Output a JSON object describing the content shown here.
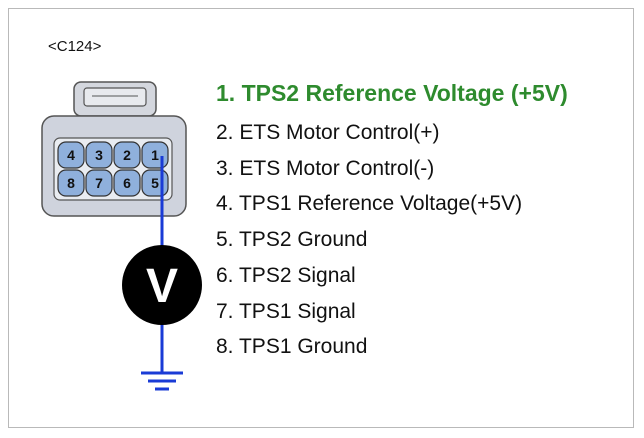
{
  "connector": {
    "id": "<C124>"
  },
  "meter": {
    "symbol": "V"
  },
  "connector_pins": [
    "4",
    "3",
    "2",
    "1",
    "8",
    "7",
    "6",
    "5"
  ],
  "pins": [
    {
      "number": "1.",
      "label": "TPS2 Reference Voltage (+5V)",
      "highlight": true,
      "color": "#2e8b2e"
    },
    {
      "number": "2.",
      "label": "ETS Motor Control(+)"
    },
    {
      "number": "3.",
      "label": "ETS Motor Control(-)"
    },
    {
      "number": "4.",
      "label": "TPS1 Reference Voltage(+5V)"
    },
    {
      "number": "5.",
      "label": "TPS2 Ground"
    },
    {
      "number": "6.",
      "label": "TPS2 Signal"
    },
    {
      "number": "7.",
      "label": "TPS1 Signal"
    },
    {
      "number": "8.",
      "label": "TPS1 Ground"
    }
  ],
  "colors": {
    "probe_wire": "#1a3bd6",
    "meter": "#000000",
    "connector_fill": "#cfd3dd",
    "pin_fill": "#8fb0dc"
  }
}
